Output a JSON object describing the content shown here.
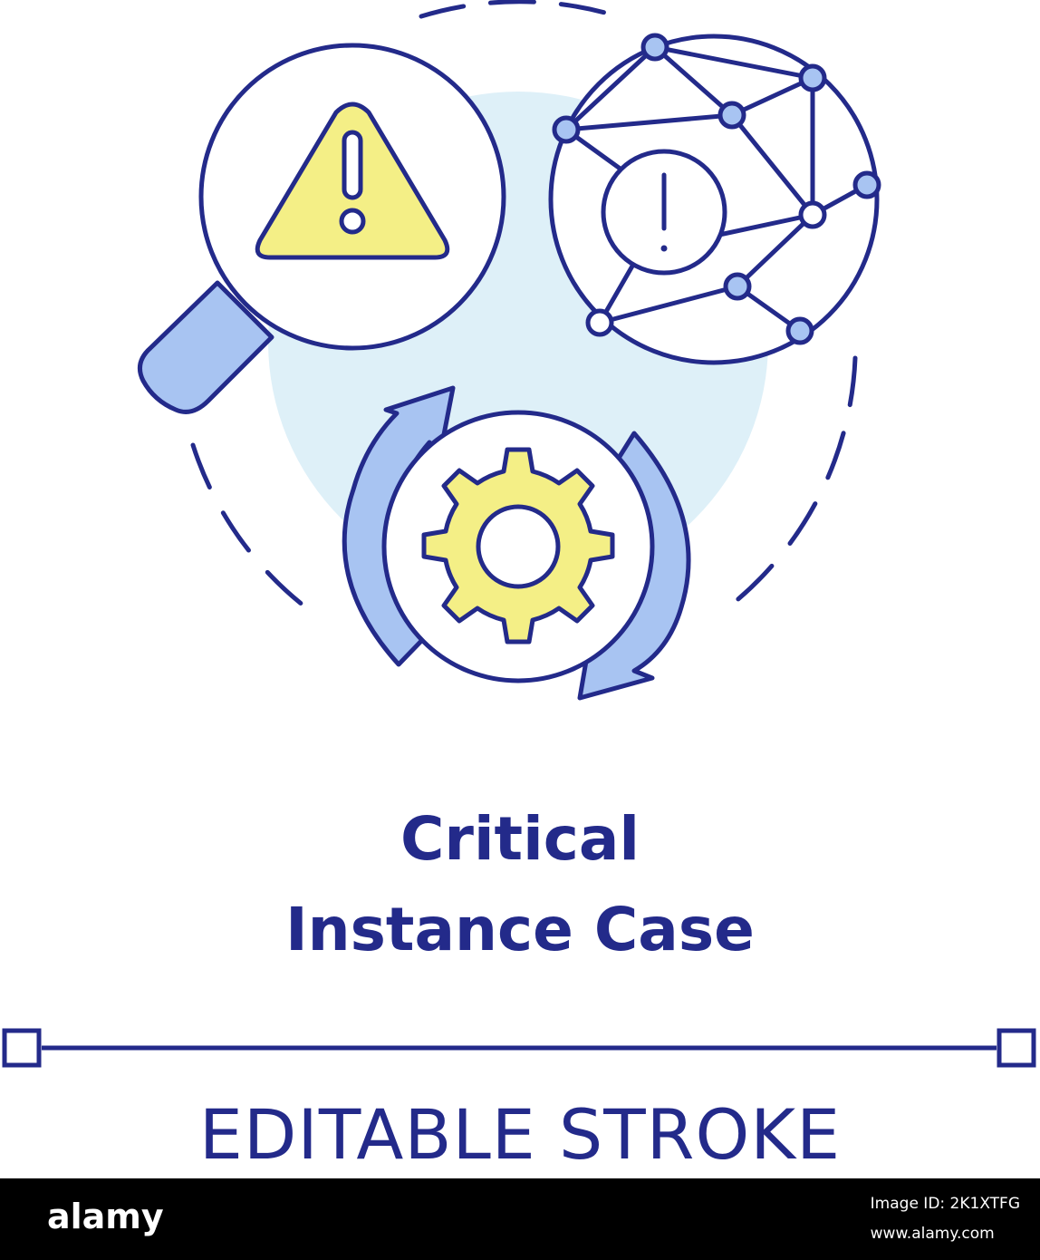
{
  "title": {
    "line1": "Critical",
    "line2": "Instance Case"
  },
  "stroke_label": "EDITABLE STROKE",
  "footer": {
    "logo": "alamy",
    "image_id": "Image ID: 2K1XTFG",
    "site": "www.alamy.com"
  },
  "colors": {
    "outline": "#232a8a",
    "light_blue": "#a8c4f2",
    "pale_blue": "#def0f8",
    "yellow": "#f4ef86",
    "background": "#ffffff"
  },
  "icons": [
    "magnifier-warning-icon",
    "network-alert-icon",
    "gear-cycle-icon"
  ]
}
